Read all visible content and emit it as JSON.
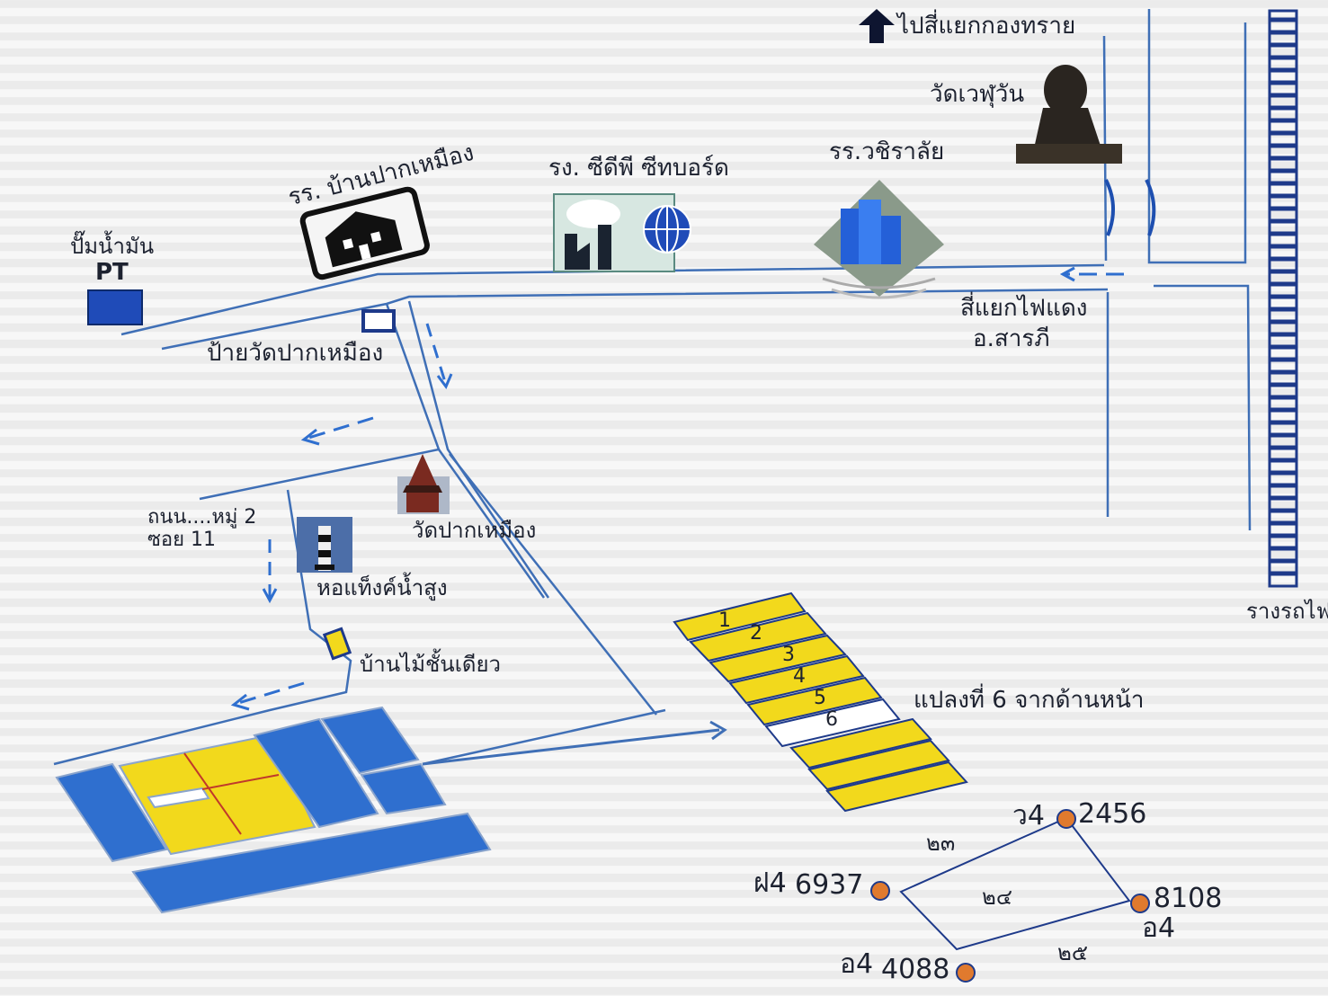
{
  "labels": {
    "to_kongsai": "ไปสี่แยกกองทราย",
    "wat_wephuwan": "วัดเวฬุวัน",
    "school_wachiralai": "รร.วชิราลัย",
    "factory_cdp": "รง. ซีดีพี ซีทบอร์ด",
    "school_pakmueang": "รร. บ้านปากเหมือง",
    "gas_station": "ปั๊มน้ำมัน",
    "gas_brand": "PT",
    "bus_stop": "ป้ายวัดปากเหมือง",
    "traffic_light": "สี่แยกไฟแดง",
    "district": "อ.สารภี",
    "road_name": "ถนน....หมู่ 2",
    "soi": "ซอย 11",
    "wat_pakmueang": "วัดปากเหมือง",
    "water_tower": "หอแท็งค์น้ำสูง",
    "wood_house": "บ้านไม้ชั้นเดียว",
    "railway": "รางรถไฟ",
    "plot_note": "แปลงที่ 6 จากด้านหน้า"
  },
  "plots": [
    "1",
    "2",
    "3",
    "4",
    "5",
    "6"
  ],
  "cadastral": {
    "marker_top": {
      "code": "ว4",
      "number": "2456"
    },
    "marker_left": {
      "code": "ฝ4",
      "number": "6937"
    },
    "marker_right": {
      "code": "อ4",
      "number": "8108"
    },
    "marker_bottom": {
      "code": "อ4",
      "number": "4088"
    },
    "parcel_top": "๒๓",
    "parcel_center": "๒๔",
    "parcel_bottom": "๒๕"
  },
  "colors": {
    "road": "#3f6fb6",
    "block_blue": "#2f6fcf",
    "plot_yellow": "#f2d91c",
    "marker_orange": "#e07a2e"
  }
}
